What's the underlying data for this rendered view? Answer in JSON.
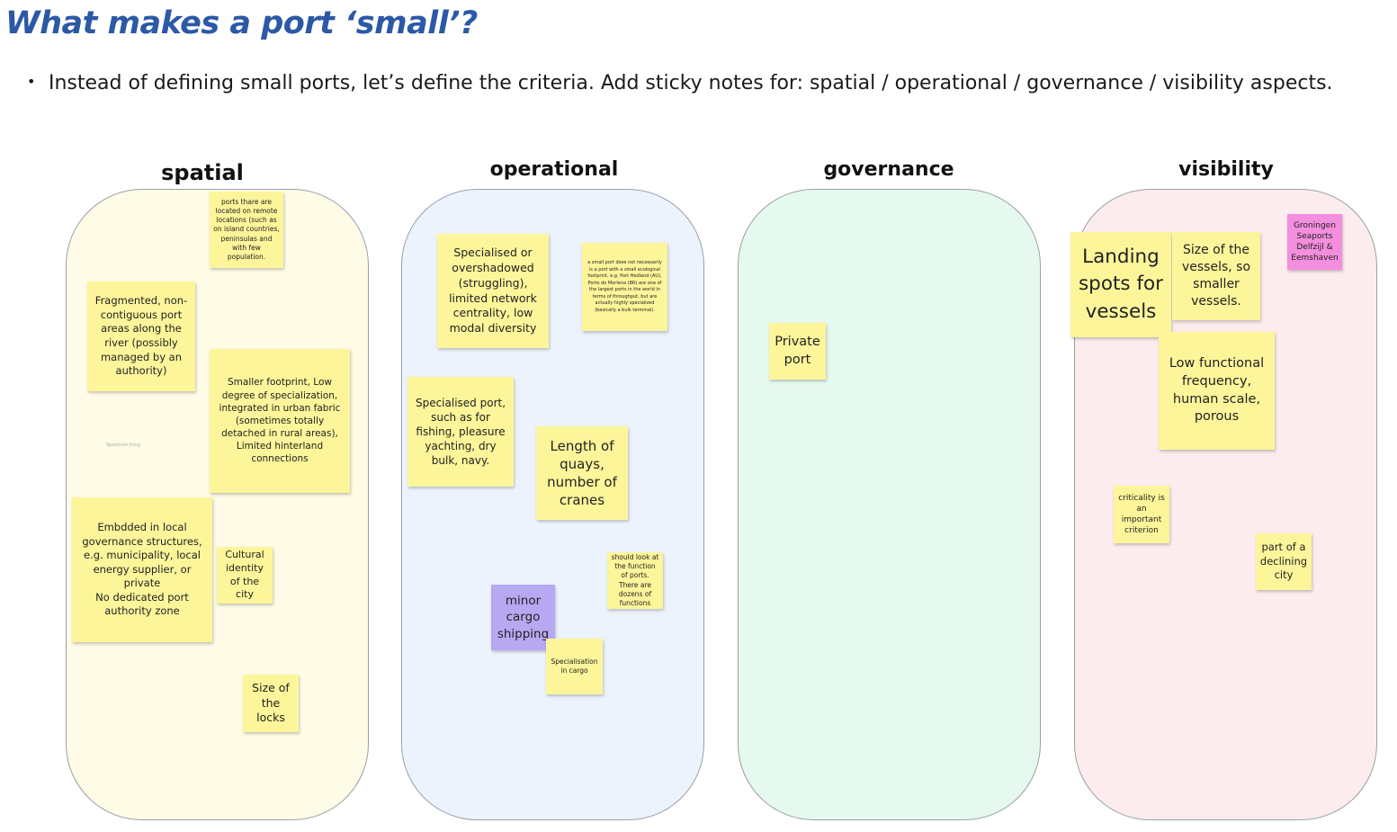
{
  "page": {
    "title": "What makes a port ‘small’?",
    "bullet_symbol": "•",
    "bullet_text": "Instead of defining small ports, let’s define the criteria. Add sticky notes for: spatial / operational / governance / visibility aspects."
  },
  "colors": {
    "title": "#2c59a6",
    "sticky_yellow": "#fdf59a",
    "sticky_purple": "#b7a8f2",
    "sticky_pink": "#f48ede",
    "spatial_bg": "#fefbe6",
    "operational_bg": "#edf3fc",
    "governance_bg": "#e6f9ee",
    "visibility_bg": "#fdecee"
  },
  "columns": {
    "spatial": {
      "header": "spatial",
      "faint_text": "Spectrum Icing",
      "notes": [
        "ports thare are located on remote locations (such as on island countries, peninsulas and with few population.",
        "Fragmented, non-contiguous port areas along the river (possibly managed by an authority)",
        "Smaller footprint, Low degree of specialization, integrated in urban fabric (sometimes totally detached in rural areas), Limited hinterland connections",
        "Embdded in local governance structures, e.g. municipality, local energy supplier, or private\nNo dedicated port authority zone",
        "Cultural identity of the city",
        "Size of the locks"
      ]
    },
    "operational": {
      "header": "operational",
      "notes": [
        "Specialised or overshadowed (struggling), limited network centrality, low modal diversity",
        "a small port does not necessarily is a port with a small ecological footprint, e.g. Port Hedland (AU), Porto do Morlena (BR) are one of the largest ports in the world in terms of throughput, but are actually highly specialized (basically a bulk terminal).",
        "Specialised port, such as for fishing, pleasure yachting, dry bulk, navy.",
        "Length of quays, number of cranes",
        "should look at the function of ports. There are dozens of functions",
        "minor cargo shipping",
        "Specialisation in cargo"
      ]
    },
    "governance": {
      "header": "governance",
      "notes": [
        "Private port"
      ]
    },
    "visibility": {
      "header": "visibility",
      "notes": [
        "Landing spots for vessels",
        "Size of the vessels, so smaller vessels.",
        "Groningen Seaports Delfzijl & Eemshaven",
        "Low functional frequency, human scale, porous",
        "criticality is an important criterion",
        "part of a declining city"
      ]
    }
  }
}
